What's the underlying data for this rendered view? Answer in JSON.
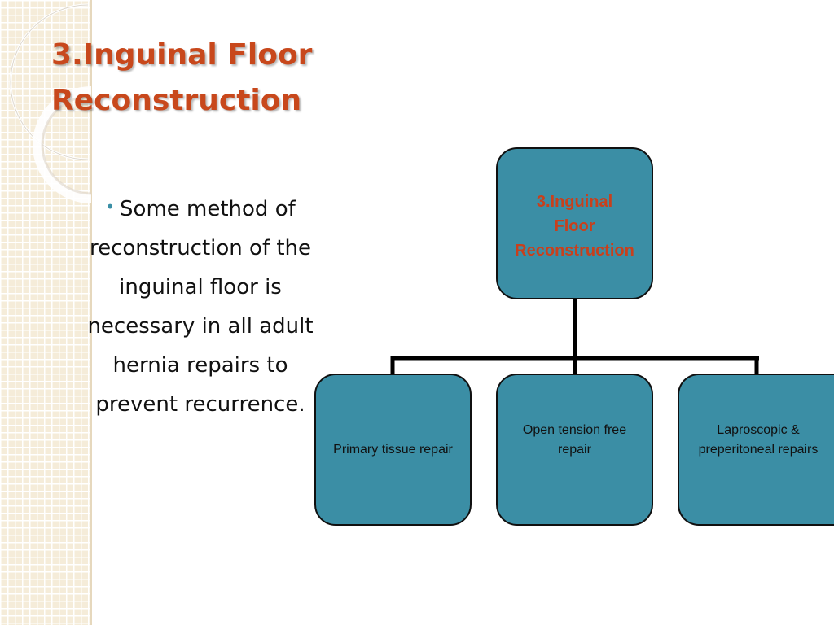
{
  "slide": {
    "title": "3.Inguinal Floor Reconstruction",
    "body": "Some method of\nreconstruction of the\ninguinal floor is\nnecessary in all adult\nhernia repairs to\nprevent recurrence.",
    "bullet_glyph": "•"
  },
  "diagram": {
    "root": {
      "label": "3.Inguinal\nFloor\nReconstruction"
    },
    "children": [
      {
        "label": "Primary tissue repair"
      },
      {
        "label": "Open tension free\nrepair"
      },
      {
        "label": "Laproscopic &\npreperitoneal repairs"
      }
    ]
  },
  "colors": {
    "title": "#c8481c",
    "node_fill": "#3b8ea5",
    "node_border": "#101010",
    "root_text": "#c8401c",
    "bullet": "#3a8fa6",
    "grid_strip": "#f5ecd9"
  }
}
